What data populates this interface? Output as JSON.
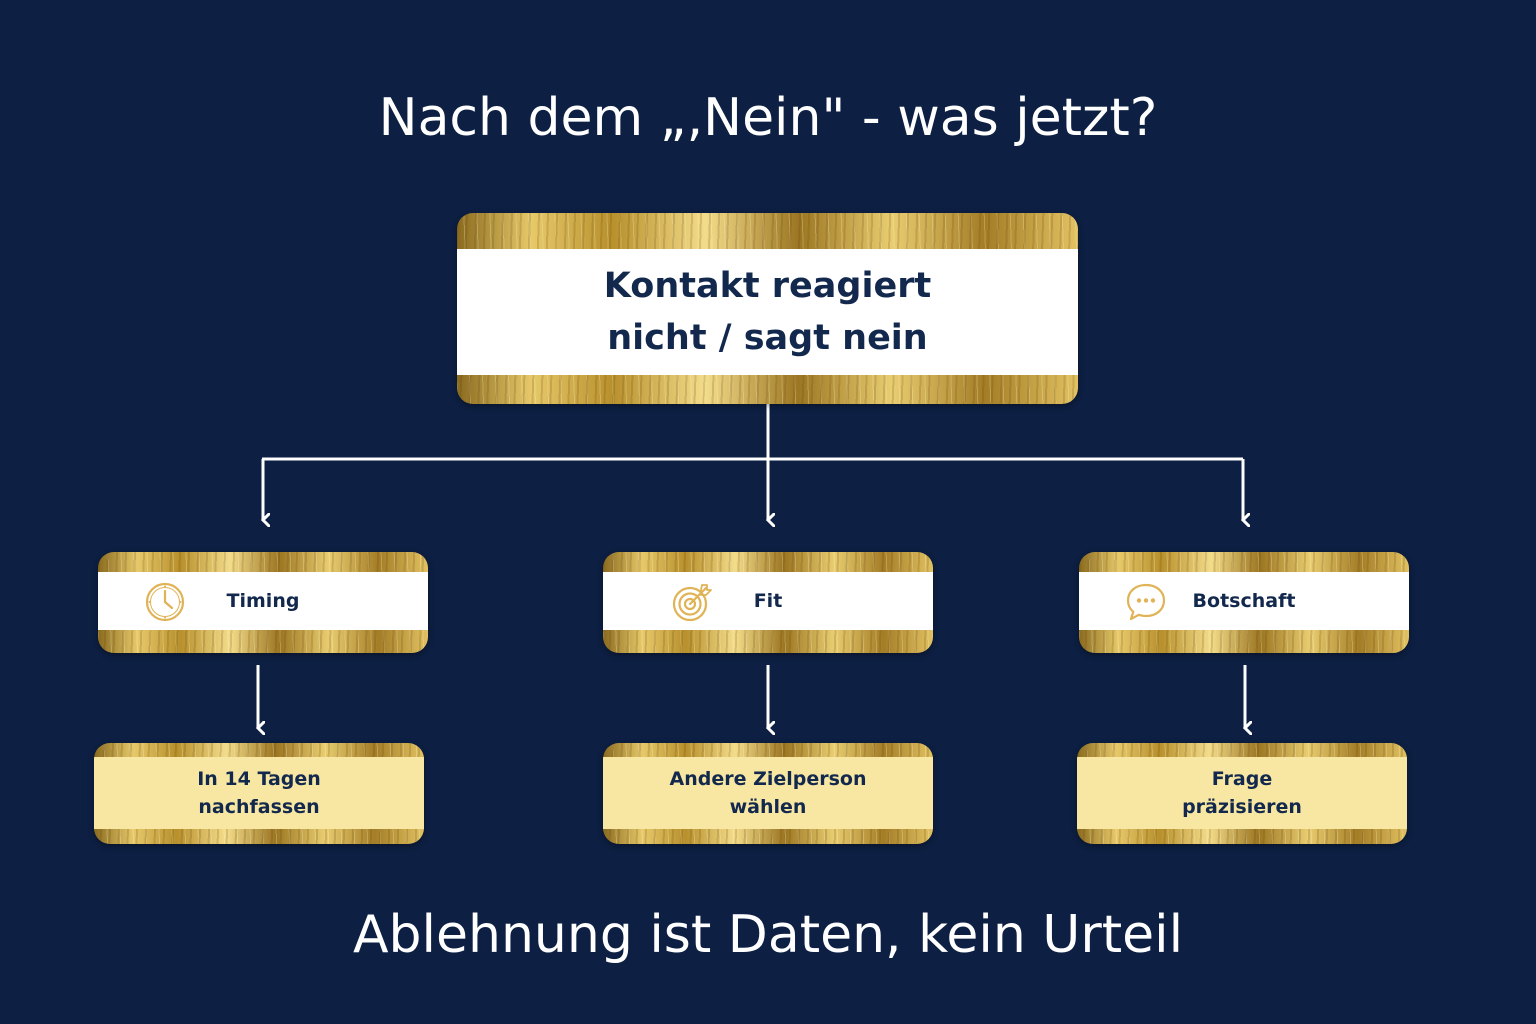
{
  "title": "Nach dem „,Nein\" - was jetzt?",
  "root": {
    "line1": "Kontakt reagiert",
    "line2": "nicht / sagt nein"
  },
  "categories": [
    {
      "label": "Timing",
      "icon": "clock-icon"
    },
    {
      "label": "Fit",
      "icon": "target-icon"
    },
    {
      "label": "Botschaft",
      "icon": "speech-bubble-icon"
    }
  ],
  "actions": [
    {
      "line1": "In 14 Tagen",
      "line2": "nachfassen"
    },
    {
      "line1": "Andere Zielperson",
      "line2": "wählen"
    },
    {
      "line1": "Frage",
      "line2": "präzisieren"
    }
  ],
  "footer": "Ablehnung ist Daten, kein Urteil",
  "colors": {
    "background": "#0d1f42",
    "text_dark": "#13284d",
    "gold": "#d9b75a",
    "pale_gold": "#f7e7a2",
    "icon": "#e0b356",
    "connector": "#ffffff"
  }
}
